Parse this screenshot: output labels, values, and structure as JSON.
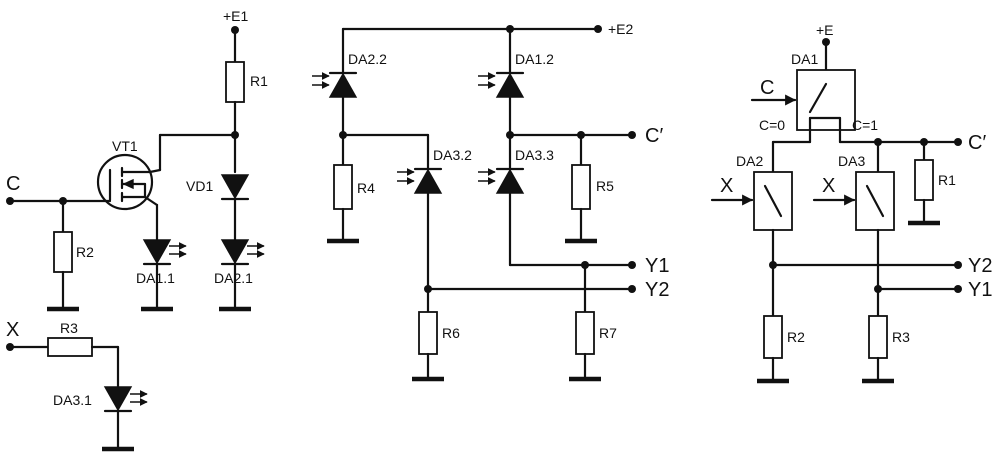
{
  "left": {
    "supply": "+E1",
    "r1": "R1",
    "vt1": "VT1",
    "input_c": "C",
    "vd1": "VD1",
    "r2": "R2",
    "da1_1": "DA1.1",
    "da2_1": "DA2.1",
    "input_x": "X",
    "r3": "R3",
    "da3_1": "DA3.1"
  },
  "middle": {
    "supply": "+E2",
    "da2_2": "DA2.2",
    "da1_2": "DA1.2",
    "output_c": "C′",
    "da3_2": "DA3.2",
    "da3_3": "DA3.3",
    "r4": "R4",
    "r5": "R5",
    "y1": "Y1",
    "y2": "Y2",
    "r6": "R6",
    "r7": "R7"
  },
  "right": {
    "supply": "+E",
    "da1": "DA1",
    "input_c": "C",
    "c0": "C=0",
    "c1": "C=1",
    "output_c": "C′",
    "da2": "DA2",
    "da3": "DA3",
    "input_x_a": "X",
    "input_x_b": "X",
    "r1": "R1",
    "y2": "Y2",
    "y1": "Y1",
    "r2": "R2",
    "r3": "R3"
  }
}
